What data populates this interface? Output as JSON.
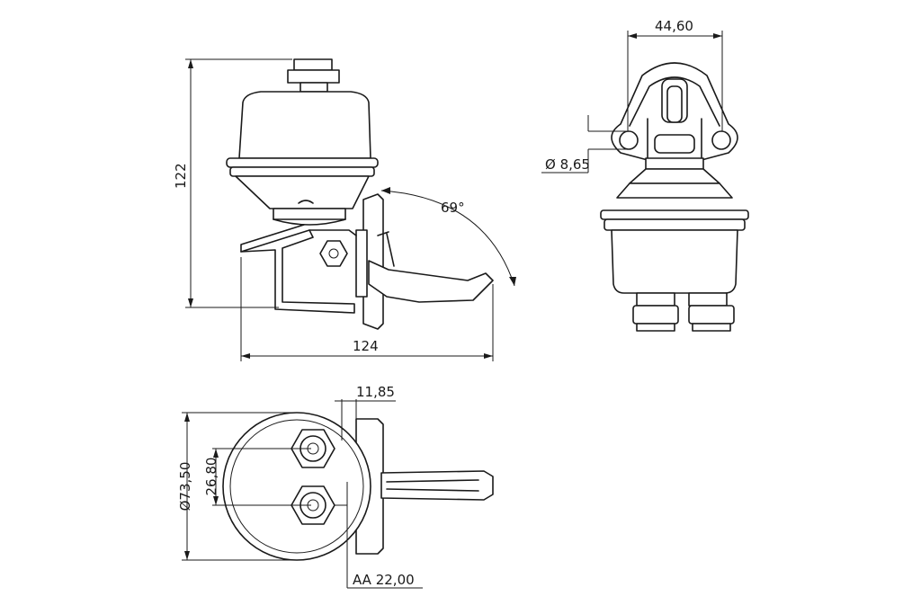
{
  "dimensions": {
    "height_122": "122",
    "width_124": "124",
    "angle_69": "69°",
    "width_44_60": "44,60",
    "hole_dia": "Ø 8,65",
    "offset_11_85": "11,85",
    "flange_dia": "Ø73,50",
    "port_spacing": "26,80",
    "port_thread": "AA 22,00"
  },
  "colors": {
    "line": "#1a1a1a",
    "background": "#ffffff"
  }
}
